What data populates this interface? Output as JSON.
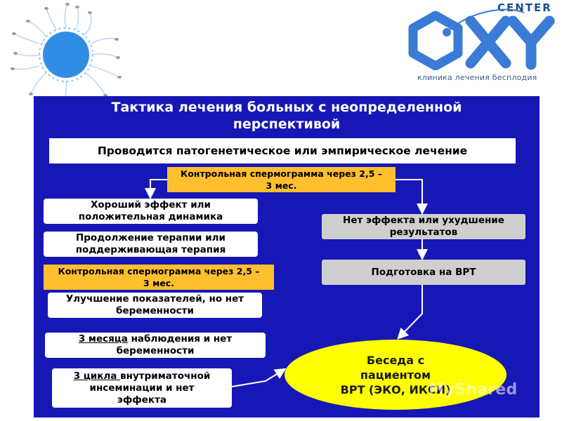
{
  "logo": {
    "top_text": "CENTER",
    "sub_text": "клиника лечения бесплодия",
    "colors": {
      "blue": "#3a7bd5",
      "dark_blue": "#1f4e8c"
    }
  },
  "slide": {
    "background": "#1717b6",
    "title_line1": "Тактика лечения больных с неопределенной",
    "title_line2": "перспективой",
    "top_box": "Проводится патогенетическое или эмпирическое лечение",
    "control1_line1": "Контрольная спермограмма через 2,5 –",
    "control1_line2": "3 мес.",
    "good_effect_line1": "Хороший эффект или",
    "good_effect_line2": "положительная динамика",
    "continue_line1": "Продолжение терапии или",
    "continue_line2": "поддерживающая терапия",
    "control2_line1": "Контрольная спермограмма через 2,5 –",
    "control2_line2": "3 мес.",
    "improve_line1": "Улучшение показателей, но нет",
    "improve_line2": "беременности",
    "months_underlined": "3 месяца",
    "months_rest": " наблюдения и нет",
    "months_line2": "беременности",
    "cycles_underlined": "3 цикла ",
    "cycles_rest": "внутриматочной",
    "cycles_line2": "инсеминации  и нет",
    "cycles_line3": "эффекта",
    "no_effect_line1": "Нет эффекта или ухудшение",
    "no_effect_line2": "результатов",
    "prep": "Подготовка  на ВРТ",
    "talk_line1": "Беседа с",
    "talk_line2": "пациентом",
    "talk_line3": "ВРТ (ЭКО, ИКСИ)"
  },
  "watermark": "MyShared"
}
